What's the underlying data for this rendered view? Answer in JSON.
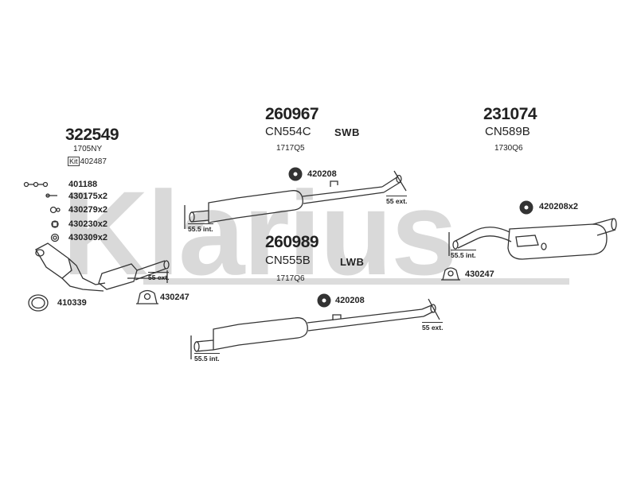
{
  "watermark": "Klarius",
  "assemblies": {
    "front": {
      "number": "322549",
      "code": "1705NY",
      "kit_label": "Kit",
      "kit_number": "402487"
    },
    "centre_swb": {
      "number": "260967",
      "code": "CN554C",
      "variant": "SWB",
      "sub": "1717Q5"
    },
    "centre_lwb": {
      "number": "260989",
      "code": "CN555B",
      "variant": "LWB",
      "sub": "1717Q6"
    },
    "rear": {
      "number": "231074",
      "code": "CN589B",
      "sub": "1730Q6"
    }
  },
  "kit_parts": [
    "401188",
    "430175x2",
    "430279x2",
    "430230x2",
    "430309x2"
  ],
  "fittings": {
    "gasket": "410339",
    "front_mount": "430247",
    "swb_mount": "420208",
    "lwb_mount": "420208",
    "rear_mount_top": "420208x2",
    "rear_mount_bottom": "430247"
  },
  "dimensions": {
    "front_outlet": "55 ext.",
    "swb_inlet": "55.5 int.",
    "swb_outlet": "55 ext.",
    "lwb_inlet": "55.5 int.",
    "lwb_outlet": "55 ext.",
    "rear_inlet": "55.5 int."
  }
}
